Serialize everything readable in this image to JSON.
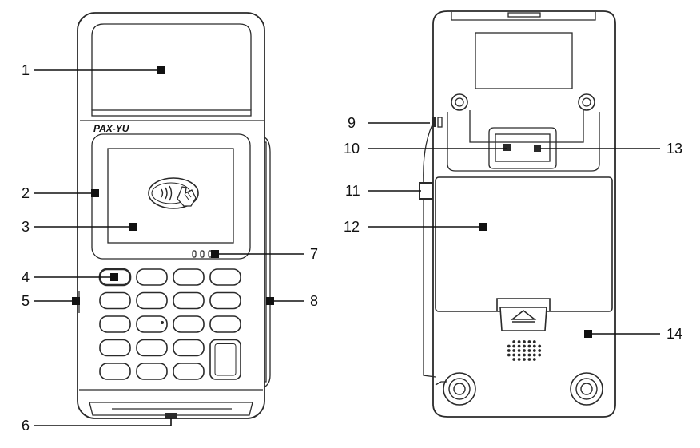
{
  "figure": {
    "brand_logo": "PAX-YU",
    "callouts": [
      {
        "num": "1"
      },
      {
        "num": "2"
      },
      {
        "num": "3"
      },
      {
        "num": "4"
      },
      {
        "num": "5"
      },
      {
        "num": "6"
      },
      {
        "num": "7"
      },
      {
        "num": "8"
      },
      {
        "num": "9"
      },
      {
        "num": "10"
      },
      {
        "num": "11"
      },
      {
        "num": "12"
      },
      {
        "num": "13"
      },
      {
        "num": "14"
      }
    ],
    "front_view": {
      "keypad": {
        "rows": 5,
        "columns": 4
      },
      "icons": [
        "contactless-icon"
      ]
    },
    "back_view": {
      "icons": [
        "speaker-grille-icon",
        "screw-icon",
        "battery-latch-icon"
      ]
    }
  }
}
